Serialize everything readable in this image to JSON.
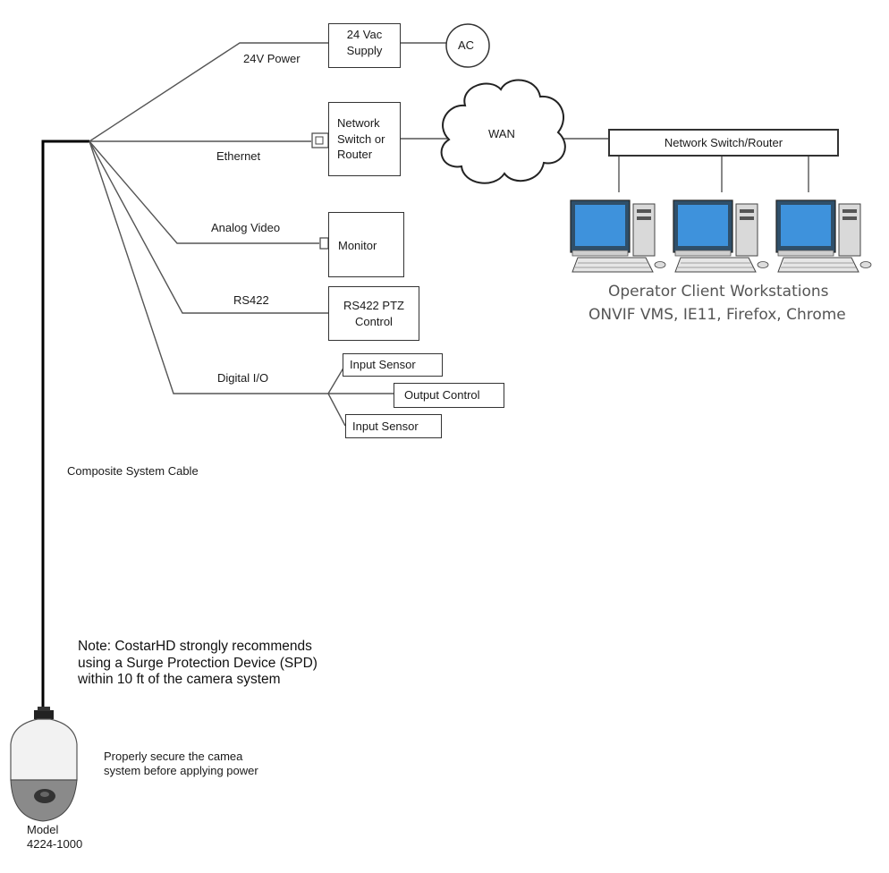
{
  "connections": {
    "power": "24V Power",
    "ethernet": "Ethernet",
    "analog_video": "Analog Video",
    "rs422": "RS422",
    "digital_io": "Digital I/O",
    "composite_cable": "Composite System Cable"
  },
  "devices": {
    "supply_line1": "24 Vac",
    "supply_line2": "Supply",
    "ac": "AC",
    "switch_line1": "Network",
    "switch_line2": "Switch or",
    "switch_line3": "Router",
    "wan": "WAN",
    "main_switch": "Network Switch/Router",
    "monitor": "Monitor",
    "ptz_line1": "RS422 PTZ",
    "ptz_line2": "Control",
    "input_sensor_1": "Input Sensor",
    "output_control": "Output Control",
    "input_sensor_2": "Input Sensor"
  },
  "workstations": {
    "title_line1": "Operator Client Workstations",
    "title_line2": "ONVIF VMS, IE11, Firefox, Chrome"
  },
  "notes": {
    "surge_line1": "Note: CostarHD strongly recommends",
    "surge_line2": "using a Surge Protection Device (SPD)",
    "surge_line3": "within 10 ft of the camera system",
    "secure_line1": "Properly secure the camea",
    "secure_line2": "system before applying power"
  },
  "camera": {
    "model_line1": "Model",
    "model_line2": "4224-1000"
  }
}
